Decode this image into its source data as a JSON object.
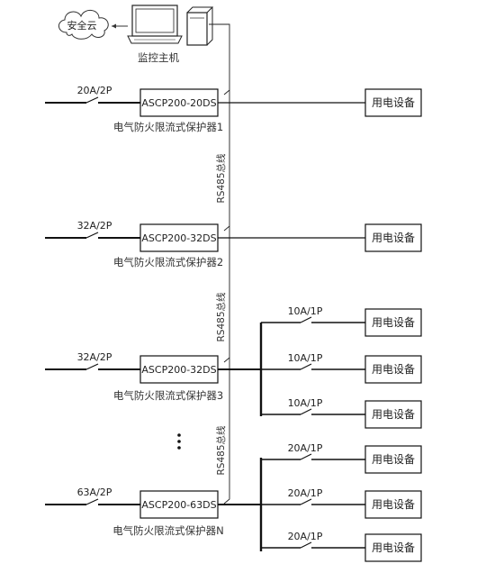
{
  "cloud_label": "安全云",
  "host_label": "监控主机",
  "bus_label": "RS485总线",
  "device_label": "用电设备",
  "protectors": [
    {
      "breaker": "20A/2P",
      "model": "ASCP200-20DS",
      "name": "电气防火限流式保护器1"
    },
    {
      "breaker": "32A/2P",
      "model": "ASCP200-32DS",
      "name": "电气防火限流式保护器2"
    },
    {
      "breaker": "32A/2P",
      "model": "ASCP200-32DS",
      "name": "电气防火限流式保护器3"
    },
    {
      "breaker": "63A/2P",
      "model": "ASCP200-63DS",
      "name": "电气防火限流式保护器N"
    }
  ],
  "branches_group3": [
    "10A/1P",
    "10A/1P",
    "10A/1P"
  ],
  "branches_groupN": [
    "20A/1P",
    "20A/1P",
    "20A/1P"
  ],
  "colors": {
    "line": "#111111",
    "text": "#222222"
  }
}
